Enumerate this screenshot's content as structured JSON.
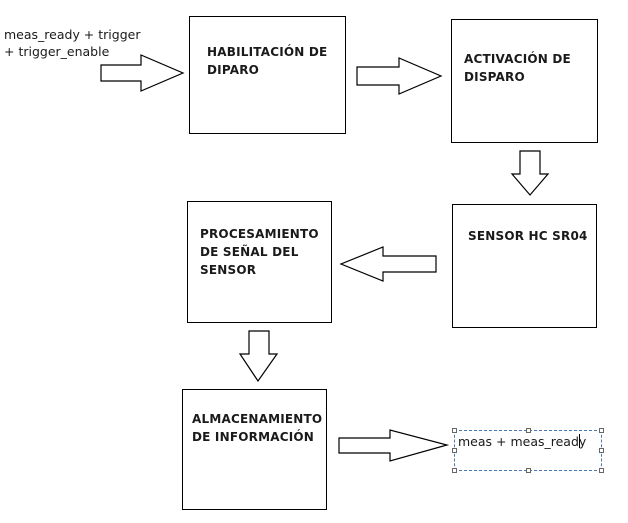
{
  "input_text": "meas_ready + trigger\n+ trigger_enable",
  "blocks": [
    {
      "id": "habilitacion",
      "label": "HABILITACIÓN DE\nDIPARO"
    },
    {
      "id": "activacion",
      "label": "ACTIVACIÓN DE\nDISPARO"
    },
    {
      "id": "sensor",
      "label": "SENSOR HC SR04"
    },
    {
      "id": "procesamiento",
      "label": "PROCESAMIENTO\nDE SEÑAL DEL\nSENSOR"
    },
    {
      "id": "almacenamiento",
      "label": "ALMACENAMIENTO\nDE INFORMACIÓN"
    }
  ],
  "output_text": "meas + meas_ready",
  "colors": {
    "stroke": "#000000",
    "text": "#1a1a1a",
    "selection_border": "#4a7ab5"
  }
}
